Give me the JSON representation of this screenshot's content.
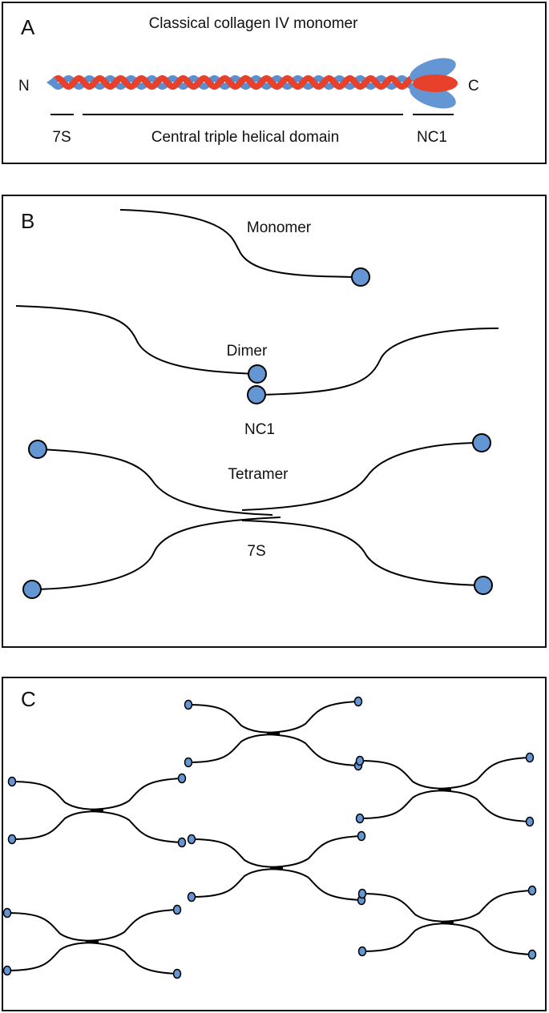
{
  "colors": {
    "strand_blue": "#5b8fd0",
    "strand_red": "#e8412b",
    "nc1_blue": "#6496d3",
    "line": "#000000",
    "panel_border": "#111111"
  },
  "panel_a": {
    "letter": "A",
    "title": "Classical collagen IV monomer",
    "n_terminus": "N",
    "c_terminus": "C",
    "domains": [
      "7S",
      "Central triple helical domain",
      "NC1"
    ]
  },
  "panel_b": {
    "letter": "B",
    "monomer_label": "Monomer",
    "dimer_label": "Dimer",
    "nc1_label": "NC1",
    "tetramer_label": "Tetramer",
    "s7_label": "7S"
  },
  "panel_c": {
    "letter": "C",
    "network_icon": "collagen-iv-network",
    "tetramer_count": 6
  }
}
